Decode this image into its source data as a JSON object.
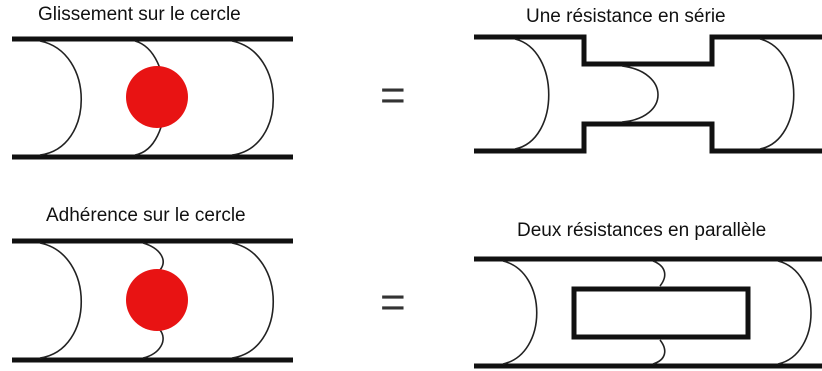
{
  "panels": {
    "top_left": {
      "label": "Glissement sur le cercle"
    },
    "top_right": {
      "label": "Une résistance en série"
    },
    "bottom_left": {
      "label": "Adhérence sur le cercle"
    },
    "bottom_right": {
      "label": "Deux résistances en parallèle"
    }
  },
  "equals": {
    "top": "=",
    "bottom": "="
  },
  "colors": {
    "particle": "#e81313",
    "wall": "#111111",
    "interface": "#222222"
  }
}
